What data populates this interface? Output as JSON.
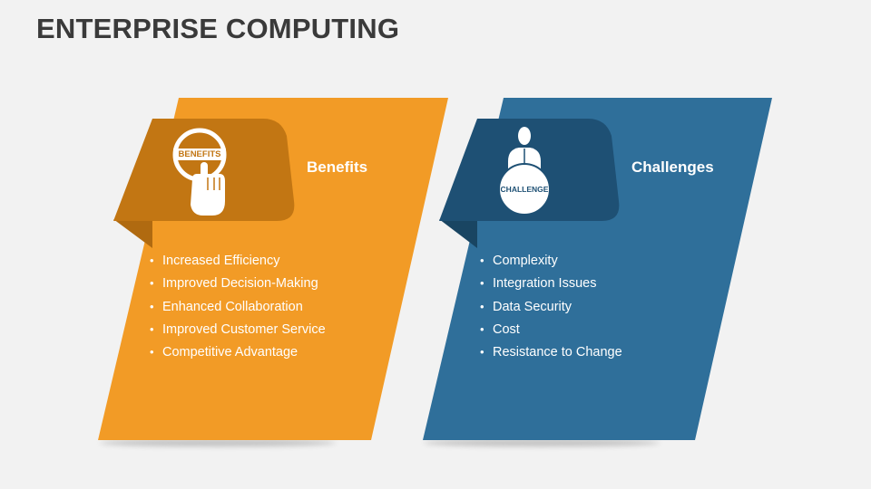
{
  "title": "ENTERPRISE COMPUTING",
  "colors": {
    "background": "#f2f2f2",
    "benefits_panel": "#f29b26",
    "benefits_tab": "#c27613",
    "challenges_panel": "#2f6f9a",
    "challenges_tab": "#1e5074",
    "text": "#ffffff",
    "title": "#3a3a3a"
  },
  "panels": [
    {
      "id": "benefits",
      "heading": "Benefits",
      "icon": "benefits-pointer-icon",
      "icon_label": "BENEFITS",
      "items": [
        "Increased Efficiency",
        "Improved Decision-Making",
        "Enhanced Collaboration",
        "Improved Customer Service",
        "Competitive Advantage"
      ]
    },
    {
      "id": "challenges",
      "heading": "Challenges",
      "icon": "challenge-person-icon",
      "icon_label": "CHALLENGE",
      "items": [
        "Complexity",
        "Integration Issues",
        "Data Security",
        "Cost",
        "Resistance to Change"
      ]
    }
  ]
}
